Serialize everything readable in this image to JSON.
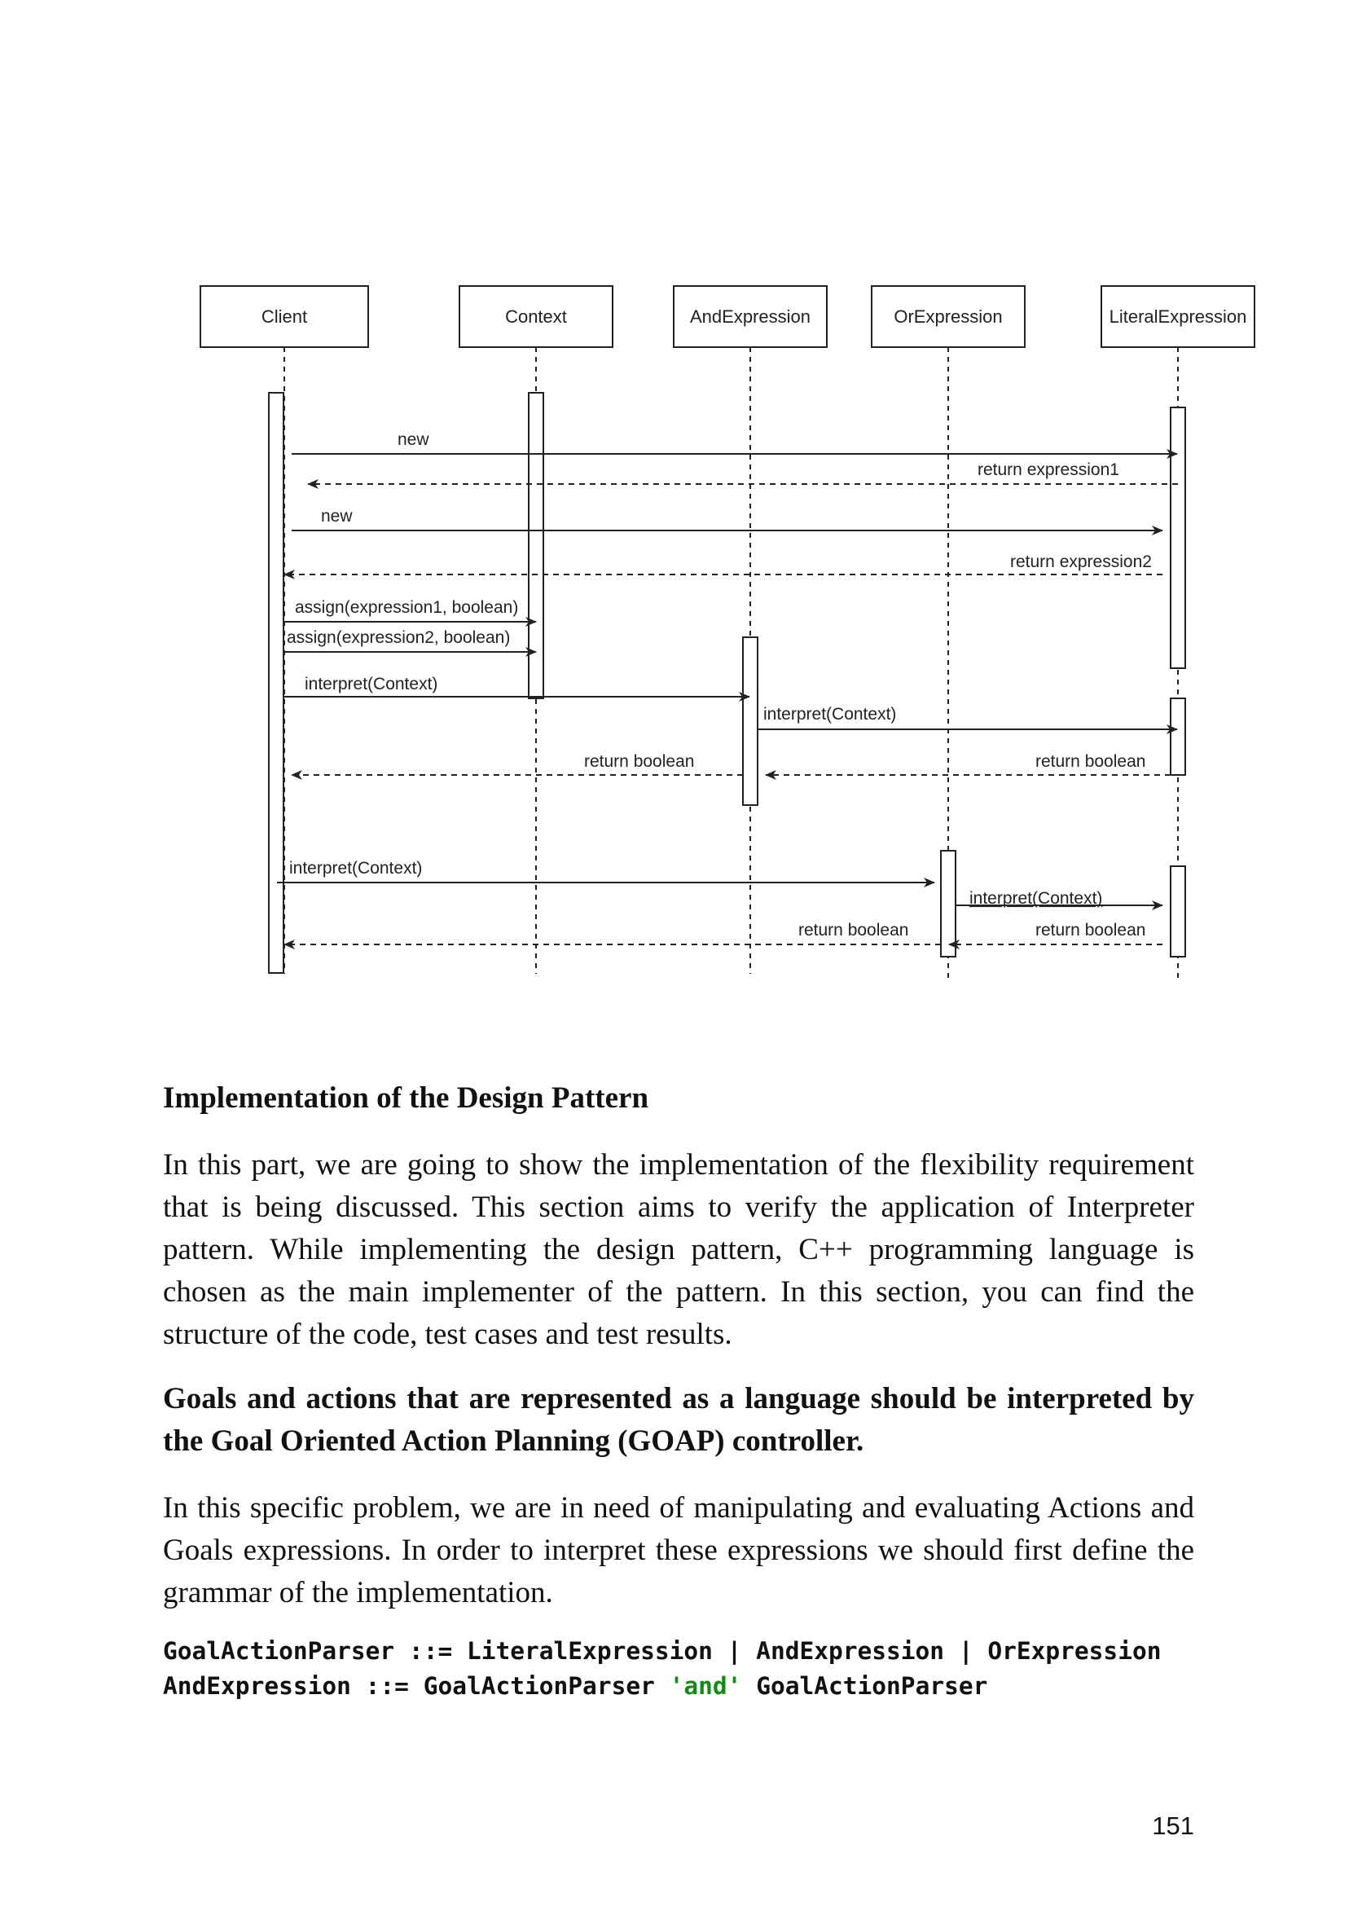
{
  "diagram": {
    "lifelines": [
      "Client",
      "Context",
      "AndExpression",
      "OrExpression",
      "LiteralExpression"
    ],
    "messages": [
      {
        "label": "new",
        "from": "Client",
        "to": "LiteralExpression",
        "kind": "call"
      },
      {
        "label": "return expression1",
        "from": "LiteralExpression",
        "to": "Client",
        "kind": "return"
      },
      {
        "label": "new",
        "from": "Client",
        "to": "LiteralExpression",
        "kind": "call"
      },
      {
        "label": "return expression2",
        "from": "LiteralExpression",
        "to": "Client",
        "kind": "return"
      },
      {
        "label": "assign(expression1, boolean)",
        "from": "Client",
        "to": "Context",
        "kind": "call"
      },
      {
        "label": "assign(expression2, boolean)",
        "from": "Client",
        "to": "Context",
        "kind": "call"
      },
      {
        "label": "interpret(Context)",
        "from": "Client",
        "to": "AndExpression",
        "kind": "call"
      },
      {
        "label": "interpret(Context)",
        "from": "AndExpression",
        "to": "LiteralExpression",
        "kind": "call"
      },
      {
        "label": "return boolean",
        "from": "AndExpression",
        "to": "Client",
        "kind": "return"
      },
      {
        "label": "return boolean",
        "from": "LiteralExpression",
        "to": "AndExpression",
        "kind": "return"
      },
      {
        "label": "interpret(Context)",
        "from": "Client",
        "to": "OrExpression",
        "kind": "call"
      },
      {
        "label": "interpret(Context)",
        "from": "OrExpression",
        "to": "LiteralExpression",
        "kind": "call"
      },
      {
        "label": "return boolean",
        "from": "OrExpression",
        "to": "Client",
        "kind": "return"
      },
      {
        "label": "return boolean",
        "from": "LiteralExpression",
        "to": "OrExpression",
        "kind": "return"
      }
    ]
  },
  "section1": {
    "heading": "Implementation of the Design Pattern",
    "paragraph": "In this part, we are going to show the implementation of the flexibility requirement that is being discussed. This section aims to verify the application of Interpreter pattern. While implementing the design pattern, C++ programming language is chosen as the main implementer of the pattern. In this section, you can find the structure of the code, test cases and test results."
  },
  "section2": {
    "heading": "Goals and actions that are represented as a language should be interpreted by the Goal Oriented Action Planning (GOAP) controller.",
    "paragraph": "In this specific problem, we are in need of manipulating and evaluating Actions and Goals expressions. In order to interpret these expressions we should first define the grammar of the implementation."
  },
  "code": {
    "line1": "GoalActionParser ::= LiteralExpression | AndExpression | OrExpression",
    "line2_a": "AndExpression ::= GoalActionParser ",
    "line2_str": "'and'",
    "line2_b": " GoalActionParser"
  },
  "page_number": "151"
}
